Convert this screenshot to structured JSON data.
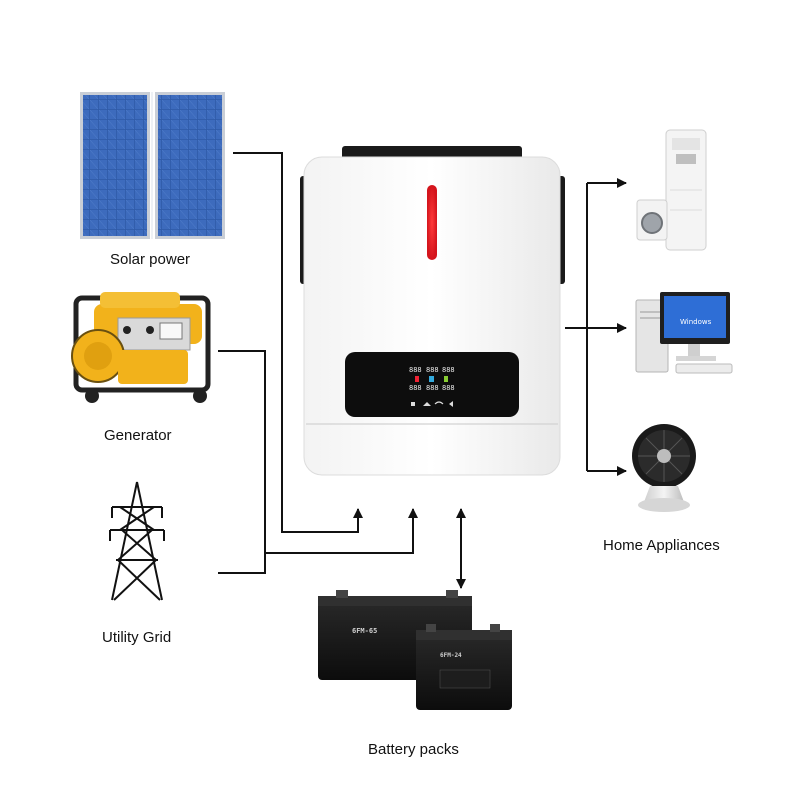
{
  "sources": {
    "solar": {
      "label": "Solar power",
      "icon": "solar-panels-icon"
    },
    "generator": {
      "label": "Generator",
      "icon": "generator-icon"
    },
    "grid": {
      "label": "Utility Grid",
      "icon": "power-tower-icon"
    }
  },
  "inverter": {
    "icon": "hybrid-inverter-icon",
    "display_readouts": [
      "888",
      "888",
      "888",
      "888",
      "888",
      "888"
    ],
    "indicator_color": "#e81c24",
    "buttons": [
      "menu-icon",
      "up-icon",
      "wifi-icon",
      "back-icon"
    ]
  },
  "battery": {
    "label": "Battery packs",
    "large_model": "6FM-65",
    "small_model": "6FM-24",
    "icon": "battery-icon"
  },
  "appliances": {
    "label": "Home Appliances",
    "items": [
      "air-conditioner-icon",
      "washing-machine-icon",
      "desktop-computer-icon",
      "fan-icon"
    ],
    "screen_text": "Windows"
  },
  "colors": {
    "line": "#111111",
    "accent": "#e81c24",
    "solar_blue": "#2f5aa8",
    "generator_yellow": "#f2b21b"
  }
}
